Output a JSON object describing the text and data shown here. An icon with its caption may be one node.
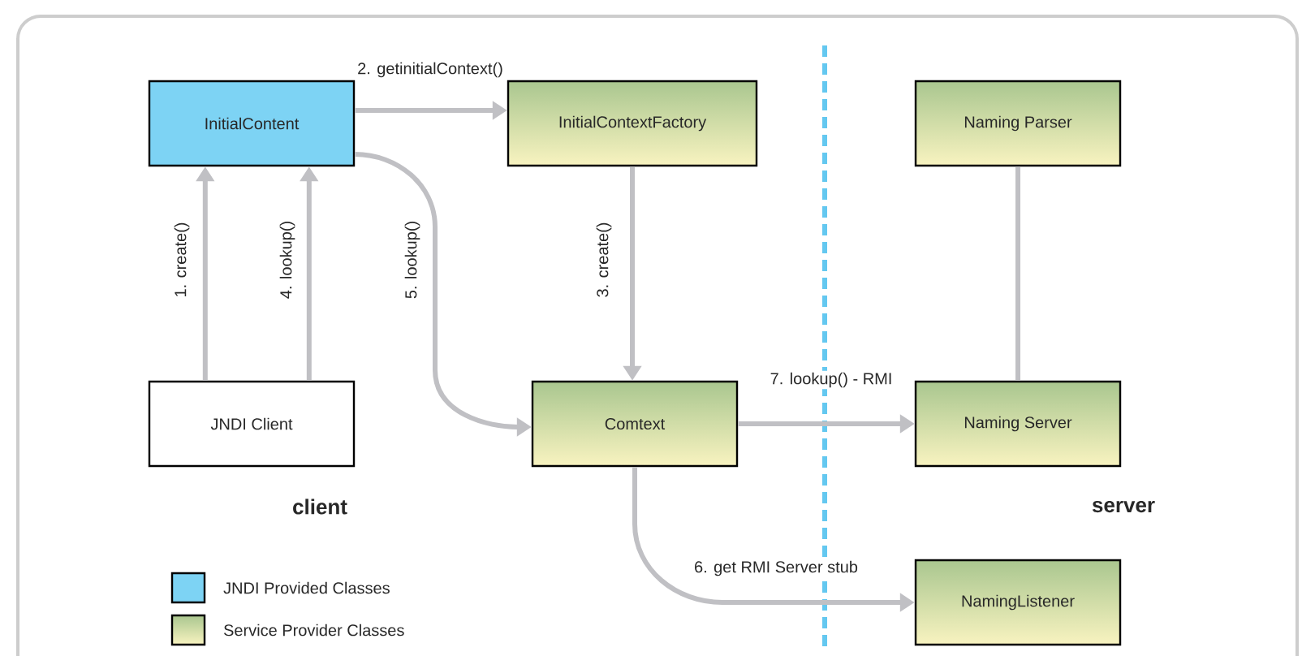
{
  "diagram": {
    "nodes": [
      {
        "text": [
          "InitialContent"
        ]
      },
      {
        "text": [
          "InitialContextFactory"
        ]
      },
      {
        "text": [
          "Naming Parser"
        ]
      },
      {
        "text": [
          "JNDI Client"
        ]
      },
      {
        "text": [
          "Comtext"
        ]
      },
      {
        "text": [
          "Naming Server"
        ]
      },
      {
        "text": [
          "NamingListener"
        ]
      }
    ],
    "edges": [
      {
        "from": 3,
        "to": 0,
        "arrow": "to",
        "label": "1. create()"
      },
      {
        "from": 0,
        "to": 1,
        "arrow": "to",
        "label": "2. getinitialContext()"
      },
      {
        "from": 1,
        "to": 4,
        "arrow": "to",
        "label": "3. create()"
      },
      {
        "from": 3,
        "to": 0,
        "arrow": "to",
        "label": "4. lookup()"
      },
      {
        "from": 0,
        "to": 4,
        "arrow": "to",
        "label": "5. lookup()"
      },
      {
        "from": 4,
        "to": 6,
        "arrow": "to",
        "label": "6. get RMI Server stub"
      },
      {
        "from": 4,
        "to": 5,
        "arrow": "to",
        "label": "7. lookup() - RMI"
      },
      {
        "from": 2,
        "to": 5,
        "arrow": "none"
      }
    ],
    "labels": [
      "client",
      "server"
    ],
    "legend": [
      {
        "text": "JNDI Provided Classes",
        "color": "#7dd3f4"
      },
      {
        "text": "Service Provider Classes",
        "color": "#d0dca8"
      }
    ]
  }
}
